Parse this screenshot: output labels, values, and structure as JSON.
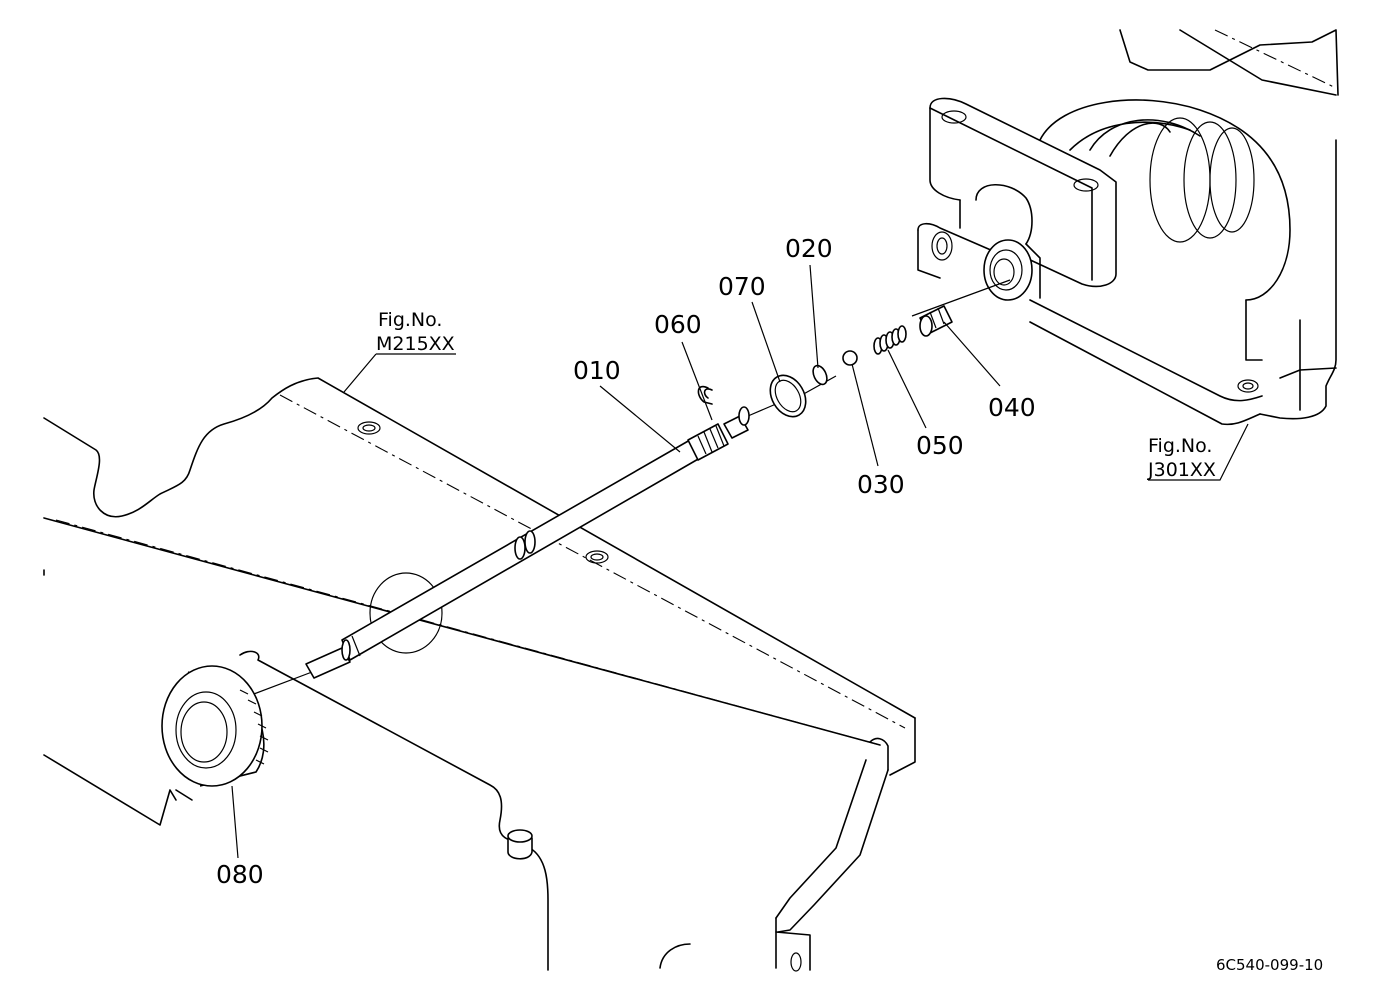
{
  "parts": [
    {
      "id": "p010",
      "label": "010"
    },
    {
      "id": "p020",
      "label": "020"
    },
    {
      "id": "p030",
      "label": "030"
    },
    {
      "id": "p040",
      "label": "040"
    },
    {
      "id": "p050",
      "label": "050"
    },
    {
      "id": "p060",
      "label": "060"
    },
    {
      "id": "p070",
      "label": "070"
    },
    {
      "id": "p080",
      "label": "080"
    }
  ],
  "figure_refs": [
    {
      "title": "Fig.No.",
      "number": "M215XX"
    },
    {
      "title": "Fig.No.",
      "number": "J301XX"
    }
  ],
  "diagram_code": "6C540-099-10"
}
